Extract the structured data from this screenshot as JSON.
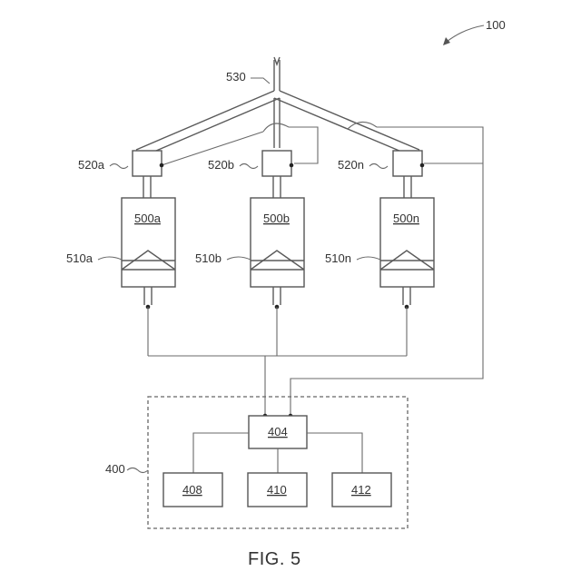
{
  "figure": {
    "caption": "FIG. 5",
    "system_ref": "100"
  },
  "manifold": {
    "label": "530"
  },
  "valves": [
    {
      "label": "520a"
    },
    {
      "label": "520b"
    },
    {
      "label": "520n"
    }
  ],
  "cylinders": [
    {
      "label": "500a",
      "sensor_label": "510a"
    },
    {
      "label": "500b",
      "sensor_label": "510b"
    },
    {
      "label": "500n",
      "sensor_label": "510n"
    }
  ],
  "controller": {
    "label": "400",
    "processor": "404",
    "modules": [
      "408",
      "410",
      "412"
    ]
  }
}
